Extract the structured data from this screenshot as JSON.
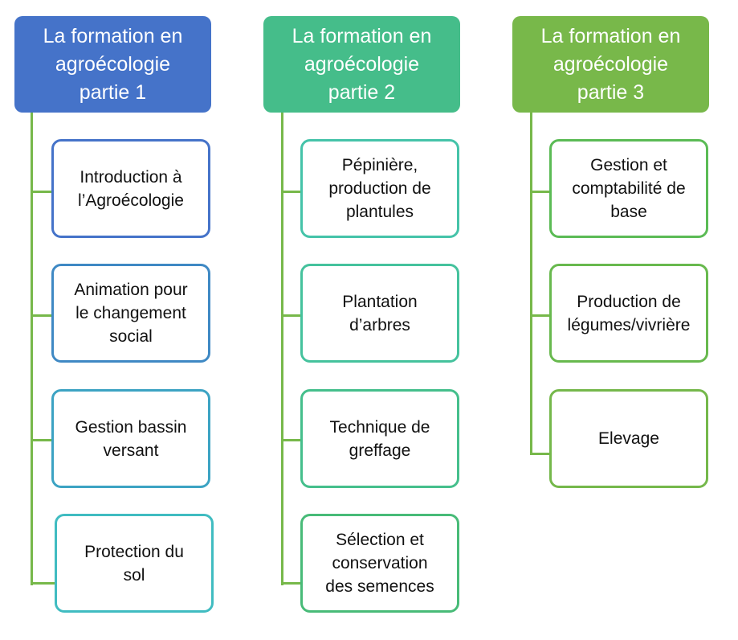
{
  "columns": [
    {
      "title": "La formation en\nagroécologie\npartie 1",
      "header_color": "#4573c9",
      "items": [
        {
          "label": "Introduction à\nl’Agroécologie",
          "border": "#4573c9"
        },
        {
          "label": "Animation pour\nle changement\nsocial",
          "border": "#3f89c4"
        },
        {
          "label": "Gestion bassin\nversant",
          "border": "#3ca3c3"
        },
        {
          "label": "Protection du\nsol",
          "border": "#40bcc1"
        }
      ]
    },
    {
      "title": "La formation en\nagroécologie\npartie 2",
      "header_color": "#45bd8a",
      "items": [
        {
          "label": "Pépinière,\nproduction de\nplantules",
          "border": "#45c3a9"
        },
        {
          "label": "Plantation\nd’arbres",
          "border": "#45c29d"
        },
        {
          "label": "Technique de\ngreffage",
          "border": "#45bf8c"
        },
        {
          "label": "Sélection et\nconservation\ndes semences",
          "border": "#48bb78"
        }
      ]
    },
    {
      "title": "La formation en\nagroécologie\npartie 3",
      "header_color": "#78b84a",
      "items": [
        {
          "label": "Gestion et\ncomptabilité de\nbase",
          "border": "#5bbb55"
        },
        {
          "label": "Production de\nlégumes/vivrière",
          "border": "#68b94e"
        },
        {
          "label": "Elevage",
          "border": "#75b84b"
        }
      ]
    }
  ]
}
